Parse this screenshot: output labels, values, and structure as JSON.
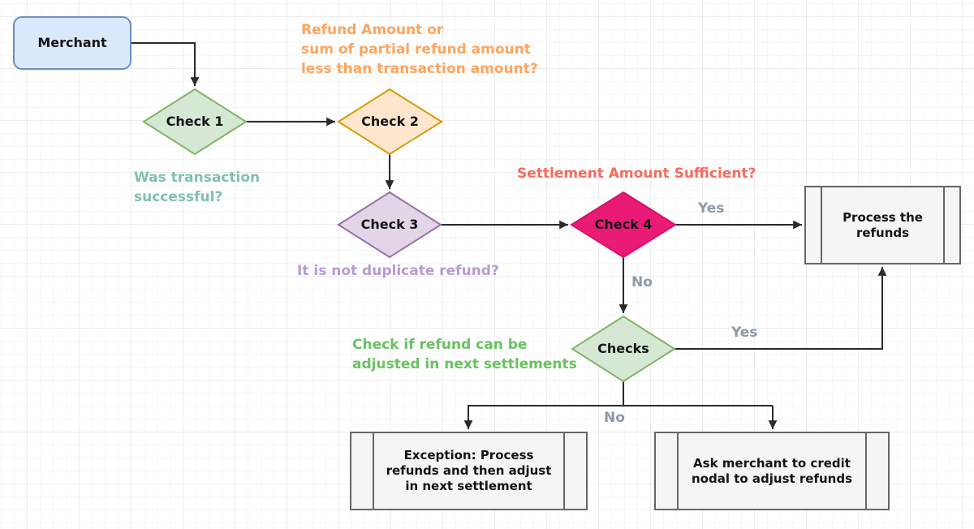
{
  "diagram": {
    "nodes": {
      "merchant": {
        "label": "Merchant"
      },
      "check1": {
        "label": "Check 1"
      },
      "check2": {
        "label": "Check 2"
      },
      "check3": {
        "label": "Check 3"
      },
      "check4": {
        "label": "Check 4"
      },
      "checks": {
        "label": "Checks"
      },
      "process_refunds": {
        "label": "Process the\nrefunds"
      },
      "exception": {
        "label": "Exception: Process\nrefunds and then adjust\nin next settlement"
      },
      "ask_merchant": {
        "label": "Ask merchant to credit\nnodal to adjust refunds"
      }
    },
    "annotations": {
      "refund_amount": {
        "color": "#ffa45c",
        "lines": [
          "Refund Amount or",
          "sum of partial refund amount",
          "less than transaction amount?"
        ]
      },
      "transaction_success": {
        "color": "#7fbfb2",
        "lines": [
          "Was transaction",
          "successful?"
        ]
      },
      "settlement_sufficient": {
        "color": "#f96a5f",
        "lines": [
          "Settlement Amount Sufficient?"
        ]
      },
      "duplicate_refund": {
        "color": "#b79ad2",
        "lines": [
          "It is not duplicate refund?"
        ]
      },
      "adjust_next": {
        "color": "#69c162",
        "lines": [
          "Check if refund can be",
          "adjusted in next settlements"
        ]
      }
    },
    "edge_labels": {
      "color": "#8c9aa8",
      "check4_yes": "Yes",
      "check4_no": "No",
      "checks_yes": "Yes",
      "checks_no": "No"
    },
    "colors": {
      "blue_fill": "#dae8fc",
      "blue_stroke": "#6c8ebf",
      "green_fill": "#d5e8d4",
      "green_stroke": "#82b366",
      "orange_fill": "#ffe6cc",
      "orange_stroke": "#d79b00",
      "purple_fill": "#e1d5e7",
      "purple_stroke": "#9673a6",
      "pink_fill": "#ea1a77",
      "pink_stroke": "#d61368",
      "process_fill": "#f5f5f5",
      "process_stroke": "#666666",
      "edge": "#2b2b2b"
    }
  }
}
